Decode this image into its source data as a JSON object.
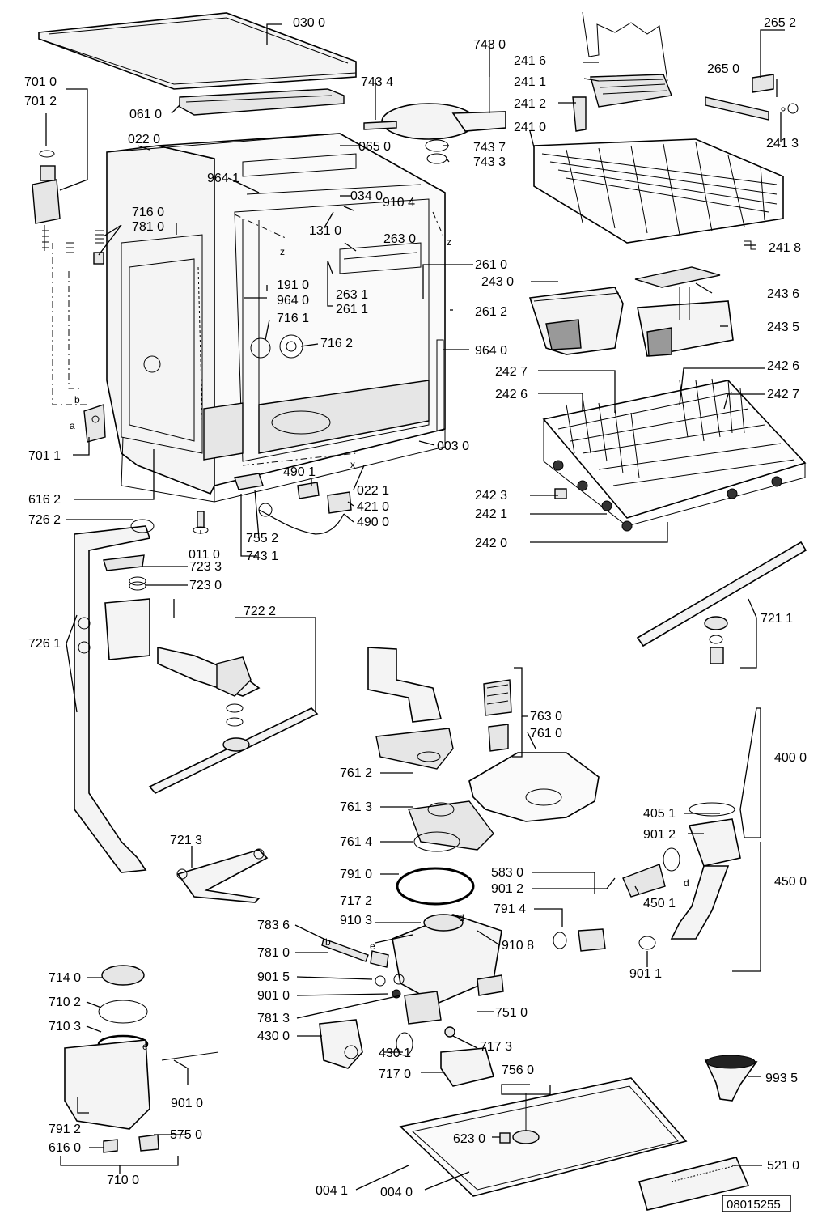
{
  "document_code": "08015255",
  "part_labels": [
    "030 0",
    "265 2",
    "743 0",
    "241 6",
    "701 0",
    "701 2",
    "743 4",
    "241 1",
    "265 0",
    "061 0",
    "241 2",
    "241 0",
    "241 3",
    "022 0",
    "065 0",
    "743 7",
    "743 3",
    "964 1",
    "034 0",
    "910 4",
    "716 0",
    "781 0",
    "131 0",
    "263 0",
    "241 8",
    "261 0",
    "243 0",
    "243 6",
    "191 0",
    "964 0",
    "263 1",
    "261 1",
    "261 2",
    "243 5",
    "716 1",
    "716 2",
    "964 0",
    "242 6",
    "242 7",
    "242 6",
    "242 7",
    "701 1",
    "003 0",
    "490 1",
    "616 2",
    "022 1",
    "421 0",
    "490 0",
    "726 2",
    "242 3",
    "242 1",
    "242 0",
    "011 0",
    "755 2",
    "743 1",
    "723 3",
    "723 0",
    "722 2",
    "721 1",
    "726 1",
    "763 0",
    "761 0",
    "400 0",
    "761 2",
    "761 3",
    "405 1",
    "901 2",
    "721 3",
    "761 4",
    "791 0",
    "583 0",
    "901 2",
    "450 0",
    "450 1",
    "717 2",
    "910 3",
    "791 4",
    "783 6",
    "910 8",
    "781 0",
    "901 1",
    "714 0",
    "901 5",
    "901 0",
    "710 2",
    "781 3",
    "751 0",
    "710 3",
    "430 0",
    "430 1",
    "717 3",
    "901 0",
    "717 0",
    "756 0",
    "993 5",
    "791 2",
    "575 0",
    "616 0",
    "623 0",
    "710 0",
    "521 0",
    "004 1",
    "004 0"
  ],
  "diagram_letters": [
    "z",
    "z",
    "x",
    "b",
    "a",
    "b",
    "e",
    "d",
    "d",
    "e"
  ]
}
